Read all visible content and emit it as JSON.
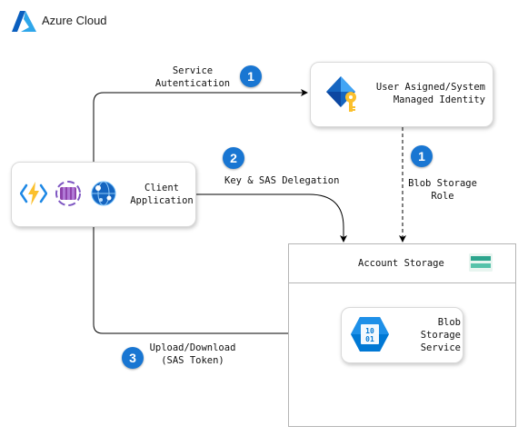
{
  "header": {
    "title": "Azure Cloud",
    "logo_icon": "azure-logo-icon"
  },
  "client": {
    "label": "Client\nApplication",
    "icons": [
      "azure-functions-icon",
      "container-app-icon",
      "web-app-icon"
    ]
  },
  "identity": {
    "label": "User Asigned/System\nManaged Identity",
    "icon": "managed-identity-icon"
  },
  "storage": {
    "title": "Account Storage",
    "icon": "storage-account-icon"
  },
  "blob": {
    "label": "Blob\nStorage\nService",
    "icon": "blob-storage-icon"
  },
  "steps": [
    {
      "number": "1",
      "label": "Service\nAutentication"
    },
    {
      "number": "2",
      "label": "Key & SAS Delegation"
    },
    {
      "number": "3",
      "label": "Upload/Download\n(SAS Token)"
    },
    {
      "number": "1",
      "label": "Blob Storage\nRole"
    }
  ],
  "colors": {
    "badge": "#1976d2",
    "azure_blue": "#0078d4",
    "lines": "#000000"
  }
}
